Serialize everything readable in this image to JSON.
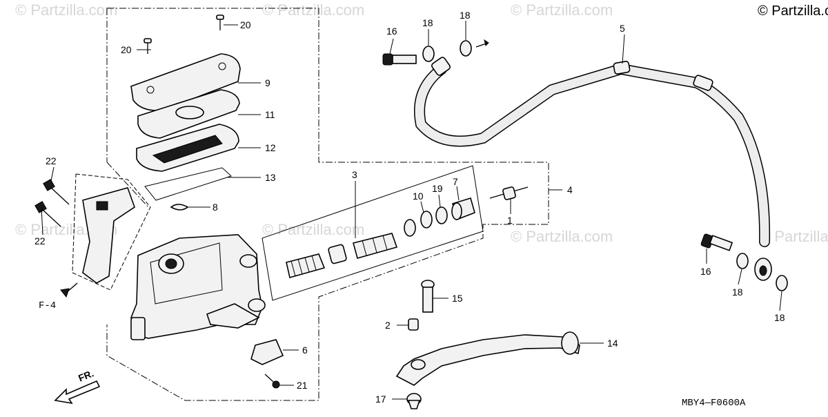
{
  "copyright": "© Partzilla.com",
  "watermark": "© Partzilla.com",
  "diagram_code": "MBY4—F0600A",
  "direction_labels": {
    "front": "FR.",
    "ref": "F-4"
  },
  "callouts": {
    "c1": "1",
    "c2": "2",
    "c3": "3",
    "c4": "4",
    "c5": "5",
    "c6": "6",
    "c7": "7",
    "c8": "8",
    "c9": "9",
    "c10": "10",
    "c11": "11",
    "c12": "12",
    "c13": "13",
    "c14": "14",
    "c15": "15",
    "c16a": "16",
    "c16b": "16",
    "c17": "17",
    "c18a": "18",
    "c18b": "18",
    "c18c": "18",
    "c18d": "18",
    "c19": "19",
    "c20a": "20",
    "c20b": "20",
    "c21": "21",
    "c22a": "22",
    "c22b": "22"
  }
}
